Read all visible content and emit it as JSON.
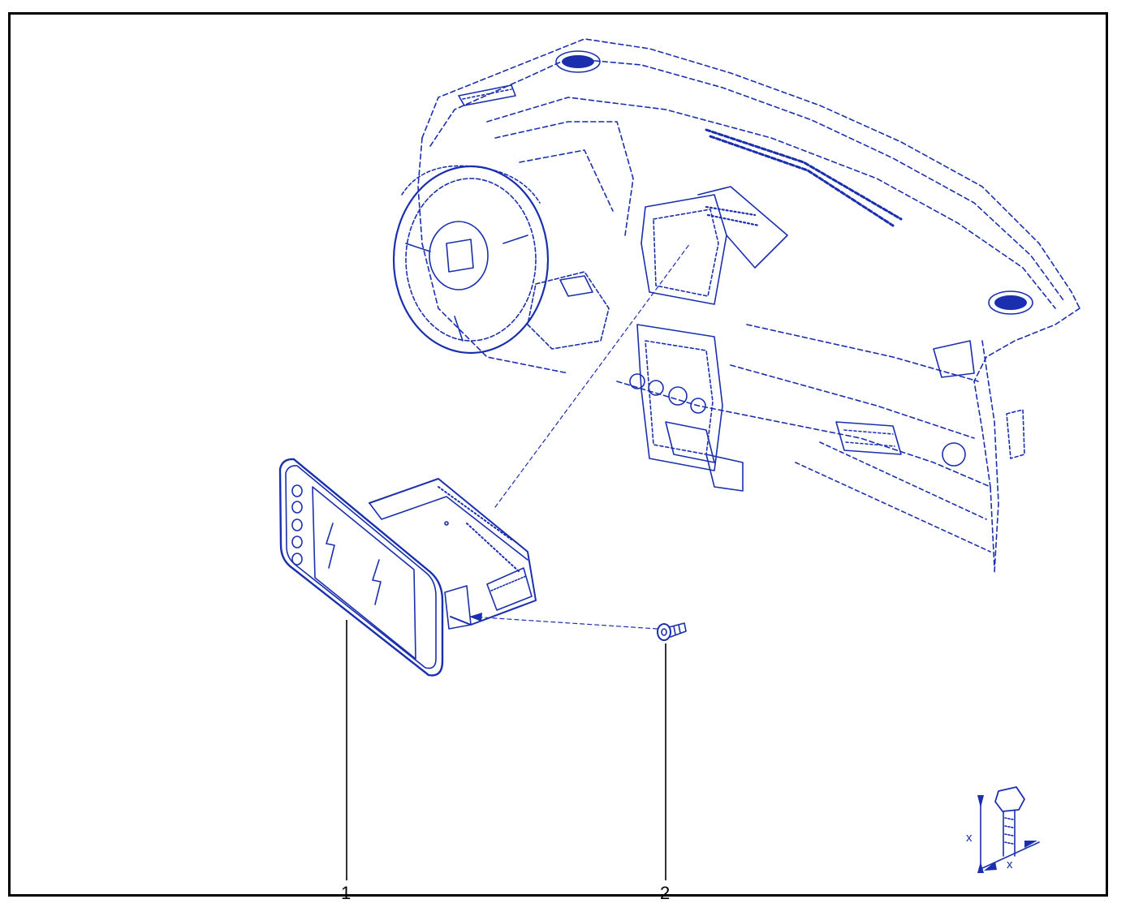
{
  "diagram": {
    "callouts": [
      {
        "id": "1",
        "label": "1"
      },
      {
        "id": "2",
        "label": "2"
      }
    ],
    "torque_symbol": {
      "dimension_label_vertical": "x",
      "dimension_label_horizontal": "x"
    }
  },
  "colors": {
    "line": "#1a2fae",
    "frame": "#000000",
    "background": "#ffffff"
  }
}
